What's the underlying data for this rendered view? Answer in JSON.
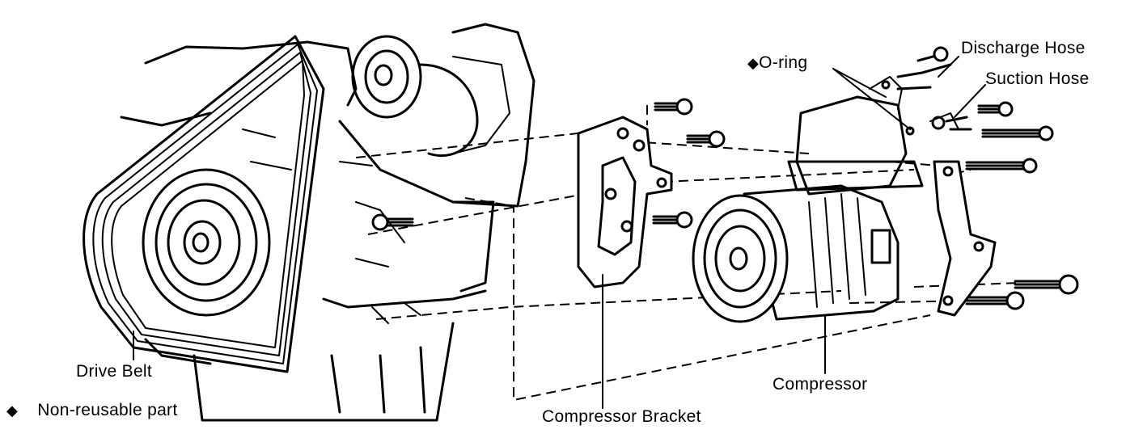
{
  "labels": {
    "o_ring": "O-ring",
    "discharge_hose": "Discharge Hose",
    "suction_hose": "Suction Hose",
    "drive_belt": "Drive Belt",
    "compressor": "Compressor",
    "compressor_bracket": "Compressor Bracket",
    "legend_text": "Non-reusable part"
  },
  "symbols": {
    "non_reusable_marker": "◆"
  },
  "colors": {
    "ink": "#000000",
    "paper": "#ffffff"
  }
}
